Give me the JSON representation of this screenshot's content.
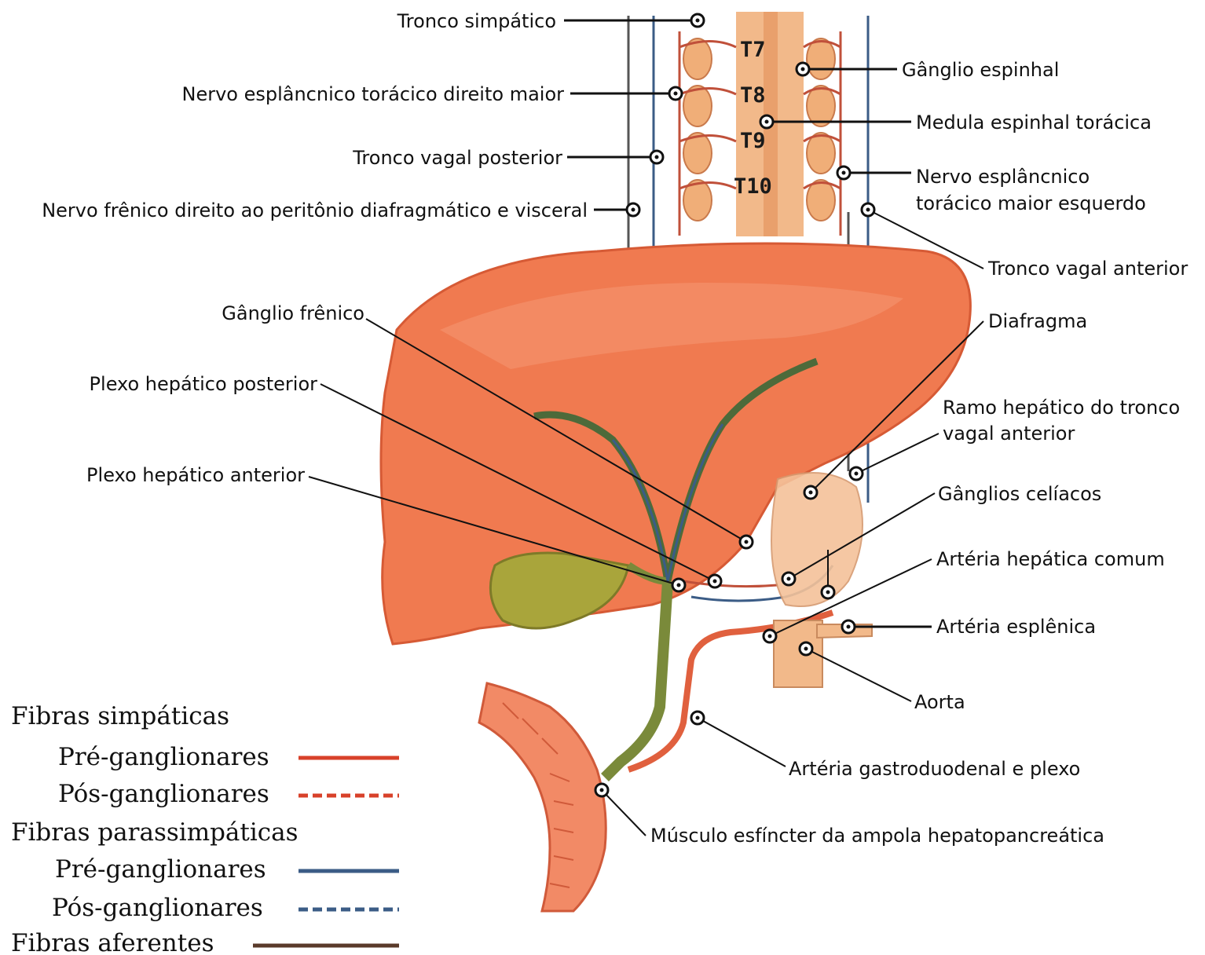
{
  "labels": {
    "tronco_simpatico": "Tronco simpático",
    "nervo_esplancnico_direito": "Nervo esplâncnico torácico direito maior",
    "tronco_vagal_posterior": "Tronco vagal posterior",
    "nervo_frenico_direito": "Nervo frênico direito ao peritônio diafragmático e visceral",
    "ganglio_espinhal": "Gânglio espinhal",
    "medula_espinhal_toracica": "Medula espinhal torácica",
    "nervo_esplancnico_esquerdo_1": "Nervo esplâncnico",
    "nervo_esplancnico_esquerdo_2": "torácico maior esquerdo",
    "tronco_vagal_anterior": "Tronco vagal anterior",
    "ganglio_frenico": "Gânglio frênico",
    "diafragma": "Diafragma",
    "plexo_hepatico_posterior": "Plexo hepático posterior",
    "ramo_hepatico_1": "Ramo hepático do tronco",
    "ramo_hepatico_2": "vagal anterior",
    "plexo_hepatico_anterior": "Plexo hepático anterior",
    "ganglios_celiacos": "Gânglios celíacos",
    "arteria_hepatica_comum": "Artéria hepática comum",
    "arteria_esplenica": "Artéria esplênica",
    "aorta": "Aorta",
    "arteria_gastroduodenal": "Artéria gastroduodenal e plexo",
    "musculo_esfincter": "Músculo esfíncter da ampola hepatopancreática"
  },
  "vertebral_levels": [
    "T7",
    "T8",
    "T9",
    "T10"
  ],
  "legend": {
    "fibras_simpaticas": "Fibras simpáticas",
    "simp_pre": "Pré-ganglionares",
    "simp_pos": "Pós-ganglionares",
    "fibras_parassimpaticas": "Fibras parassimpáticas",
    "para_pre": "Pré-ganglionares",
    "para_pos": "Pós-ganglionares",
    "fibras_aferentes": "Fibras aferentes"
  },
  "colors": {
    "sympathetic": "#d8412a",
    "parasympathetic": "#3b5c86",
    "afferent": "#5a3a2a",
    "liver": "#f07a50",
    "gallbladder": "#a9a53b",
    "spine": "#f2b98a"
  }
}
